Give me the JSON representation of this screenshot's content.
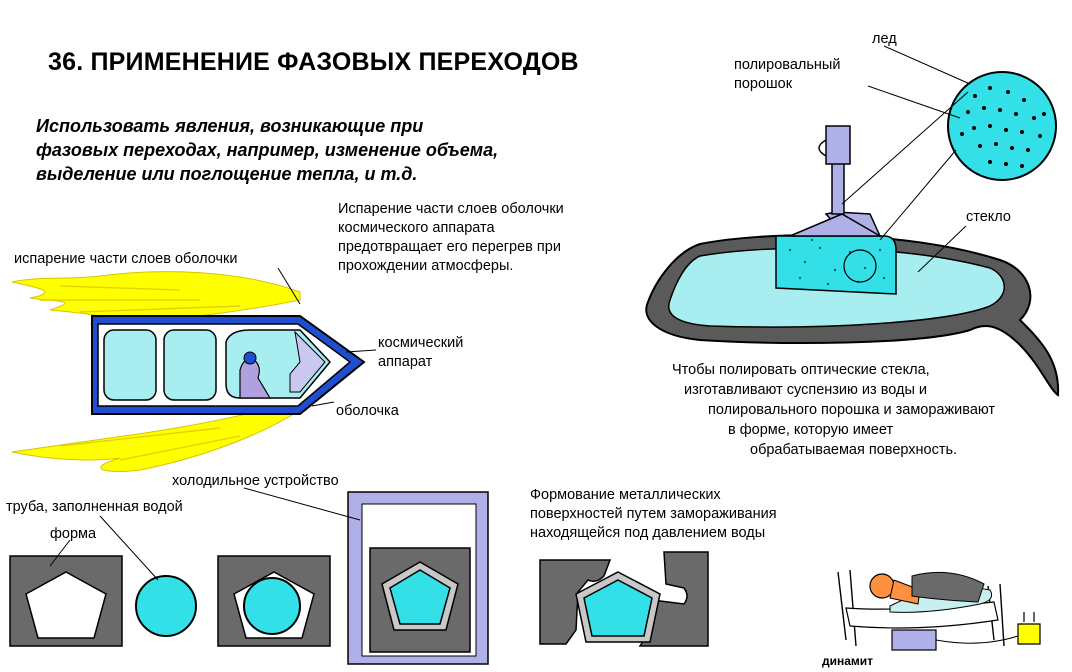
{
  "title": "36. ПРИМЕНЕНИЕ ФАЗОВЫХ ПЕРЕХОДОВ",
  "intro": [
    "Использовать явления, возникающие при",
    "фазовых переходах, например, изменение объема,",
    "выделение или поглощение тепла, и т.д."
  ],
  "spacecraft": {
    "description": [
      "Испарение части слоев оболочки",
      "космического аппарата",
      "предотвращает его перегрев при",
      "прохождении атмосферы."
    ],
    "label_evaporation": "испарение части слоев оболочки",
    "label_craft": [
      "космический",
      "аппарат"
    ],
    "label_shell": "оболочка"
  },
  "polishing": {
    "label_ice": "лед",
    "label_powder": [
      "полировальный",
      "порошок"
    ],
    "label_glass": "стекло",
    "description": [
      "Чтобы полировать оптические стекла,",
      "изготавливают суспензию из воды и",
      "полировального порошка и замораживают",
      "в форме, которую имеет",
      "обрабатываемая поверхность."
    ]
  },
  "pipe_forming": {
    "label_cooler": "холодильное устройство",
    "label_pipe": "труба, заполненная водой",
    "label_form": "форма"
  },
  "metal_forming": {
    "description": [
      "Формование металлических",
      "поверхностей путем замораживания",
      "находящейся под давлением воды"
    ]
  },
  "sleeper": {
    "label_dynamite": "динамит"
  },
  "colors": {
    "ice_fill": "#33e0e8",
    "cabin_fill": "#a8eef0",
    "shell_blue": "#1f4fd0",
    "gray_block": "#6a6a6a",
    "purple_frame": "#b0b0e8",
    "flame_yellow": "#ffff00"
  }
}
